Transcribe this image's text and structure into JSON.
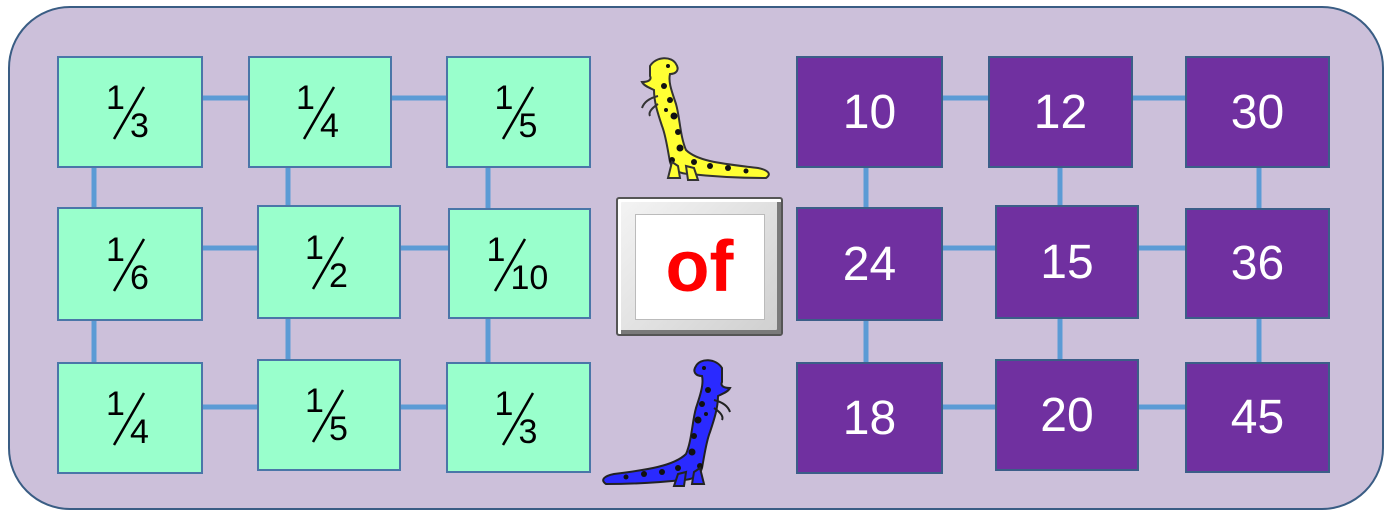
{
  "board": {
    "fractions": [
      {
        "id": "r1c1",
        "num": "1",
        "den": "3"
      },
      {
        "id": "r1c2",
        "num": "1",
        "den": "4"
      },
      {
        "id": "r1c3",
        "num": "1",
        "den": "5"
      },
      {
        "id": "r2c1",
        "num": "1",
        "den": "6"
      },
      {
        "id": "r2c2",
        "num": "1",
        "den": "2"
      },
      {
        "id": "r2c3",
        "num": "1",
        "den": "10"
      },
      {
        "id": "r3c1",
        "num": "1",
        "den": "4"
      },
      {
        "id": "r3c2",
        "num": "1",
        "den": "5"
      },
      {
        "id": "r3c3",
        "num": "1",
        "den": "3"
      }
    ],
    "numbers": [
      {
        "id": "r1c1",
        "value": "10"
      },
      {
        "id": "r1c2",
        "value": "12"
      },
      {
        "id": "r1c3",
        "value": "30"
      },
      {
        "id": "r2c1",
        "value": "24"
      },
      {
        "id": "r2c2",
        "value": "15"
      },
      {
        "id": "r2c3",
        "value": "36"
      },
      {
        "id": "r3c1",
        "value": "18"
      },
      {
        "id": "r3c2",
        "value": "20"
      },
      {
        "id": "r3c3",
        "value": "45"
      }
    ],
    "operator_label": "of"
  },
  "players": [
    {
      "name": "yellow-dinosaur",
      "color": "#ffff33"
    },
    {
      "name": "blue-dinosaur",
      "color": "#2a2aff"
    }
  ],
  "colors": {
    "board_bg": "#ccc0da",
    "fraction_tile": "#99ffcc",
    "number_tile": "#7030a0",
    "link": "#5b9bd5",
    "operator_text": "#ff0000"
  }
}
